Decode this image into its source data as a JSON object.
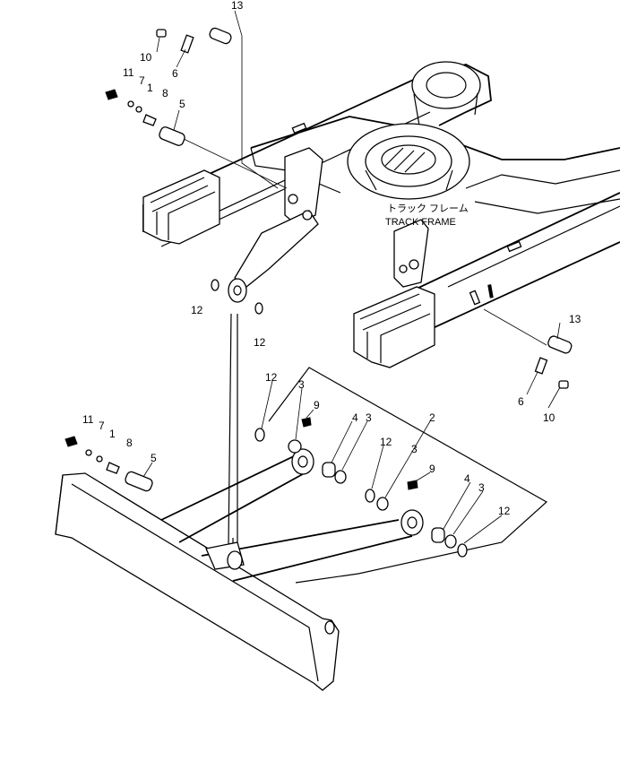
{
  "frame_label": {
    "japanese": "トラック フレーム",
    "english": "TRACK FRAME"
  },
  "callouts": [
    "13",
    "10",
    "6",
    "11",
    "7",
    "1",
    "8",
    "5",
    "12",
    "12",
    "13",
    "6",
    "10",
    "12",
    "3",
    "9",
    "4",
    "3",
    "2",
    "12",
    "3",
    "9",
    "4",
    "3",
    "12",
    "11",
    "7",
    "1",
    "8",
    "5"
  ]
}
